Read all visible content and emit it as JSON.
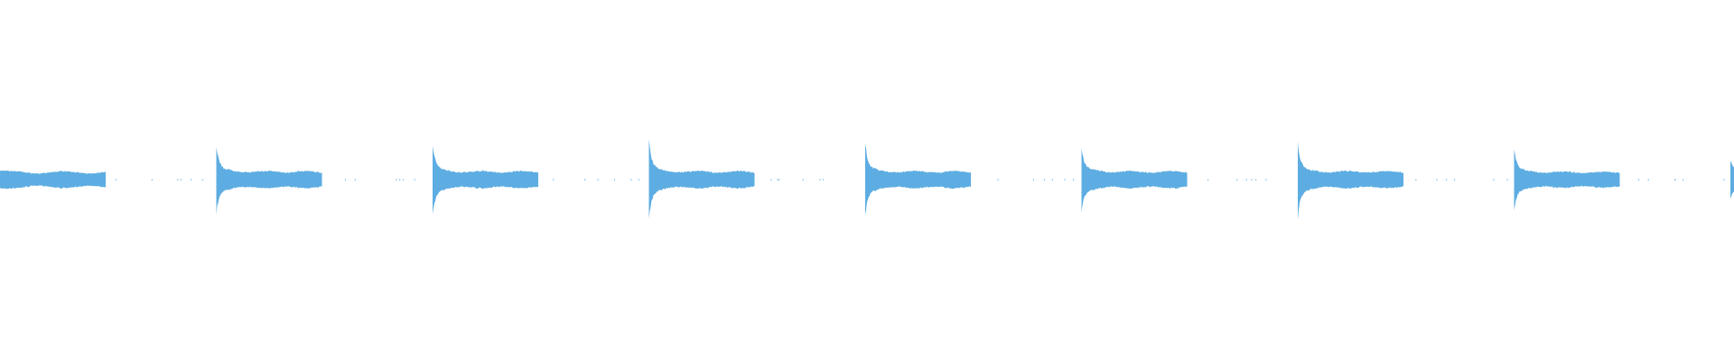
{
  "waveform": {
    "color": "#5dade2",
    "background": "#ffffff",
    "clips": [
      {
        "peak": 0.05,
        "sustain": 0.085,
        "partial": "start"
      },
      {
        "peak": 0.24,
        "sustain": 0.085
      },
      {
        "peak": 0.26,
        "sustain": 0.085
      },
      {
        "peak": 0.34,
        "sustain": 0.085
      },
      {
        "peak": 0.28,
        "sustain": 0.085
      },
      {
        "peak": 0.24,
        "sustain": 0.085
      },
      {
        "peak": 0.3,
        "sustain": 0.085
      },
      {
        "peak": 0.24,
        "sustain": 0.08
      },
      {
        "peak": 0.12,
        "sustain": 0.09,
        "partial": "end"
      }
    ]
  }
}
